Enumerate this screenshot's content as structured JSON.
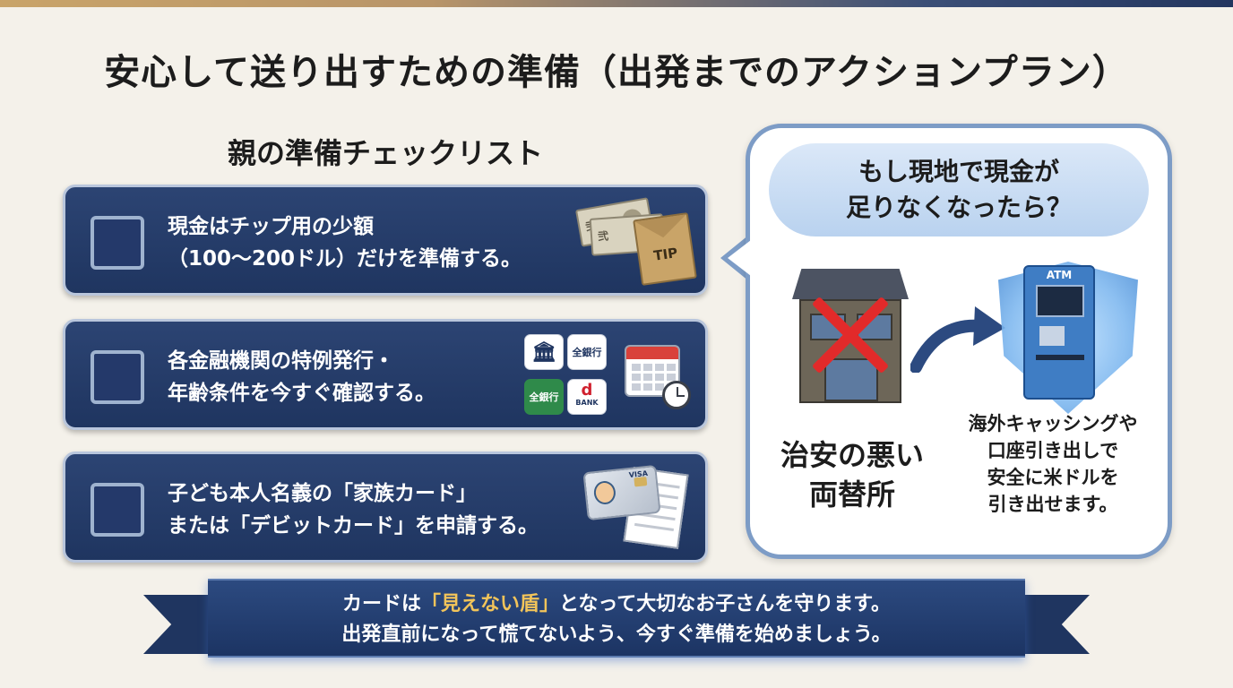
{
  "title": "安心して送り出すための準備（出発までのアクションプラン）",
  "checklist": {
    "title": "親の準備チェックリスト",
    "items": [
      {
        "line1": "現金はチップ用の少額",
        "line2": "（100〜200ドル）だけを準備する。"
      },
      {
        "line1": "各金融機関の特例発行・",
        "line2": "年齢条件を今すぐ確認する。"
      },
      {
        "line1": "子ども本人名義の「家族カード」",
        "line2": "または「デビットカード」を申請する。"
      }
    ]
  },
  "illustrations": {
    "envelope_text": "TIP",
    "bill_text": "弐",
    "bank_icons": [
      {
        "icon": "bank-building-icon",
        "text": "🏛"
      },
      {
        "icon": "bank-logo-icon",
        "text": "全銀行"
      },
      {
        "icon": "bank-logo-icon",
        "text": "全銀行"
      },
      {
        "icon": "d-bank-icon",
        "text": "d",
        "sub": "BANK"
      }
    ],
    "atm_label": "ATM",
    "card_brand": "VISA"
  },
  "panel": {
    "question_line1": "もし現地で現金が",
    "question_line2": "足りなくなったら？",
    "bad_line1": "治安の悪い",
    "bad_line2": "両替所",
    "good_lines": [
      "海外キャッシングや",
      "口座引き出しで",
      "安全に米ドルを",
      "引き出せます。"
    ]
  },
  "banner": {
    "line1_pre": "カードは",
    "line1_highlight": "「見えない盾」",
    "line1_post": "となって大切なお子さんを守ります。",
    "line2": "出発直前になって慌てないよう、今すぐ準備を始めましょう。"
  },
  "colors": {
    "navy": "#1f3560",
    "highlight": "#f2c45a",
    "cross": "#e22a2a",
    "bubble_border": "#7d9cc6"
  }
}
